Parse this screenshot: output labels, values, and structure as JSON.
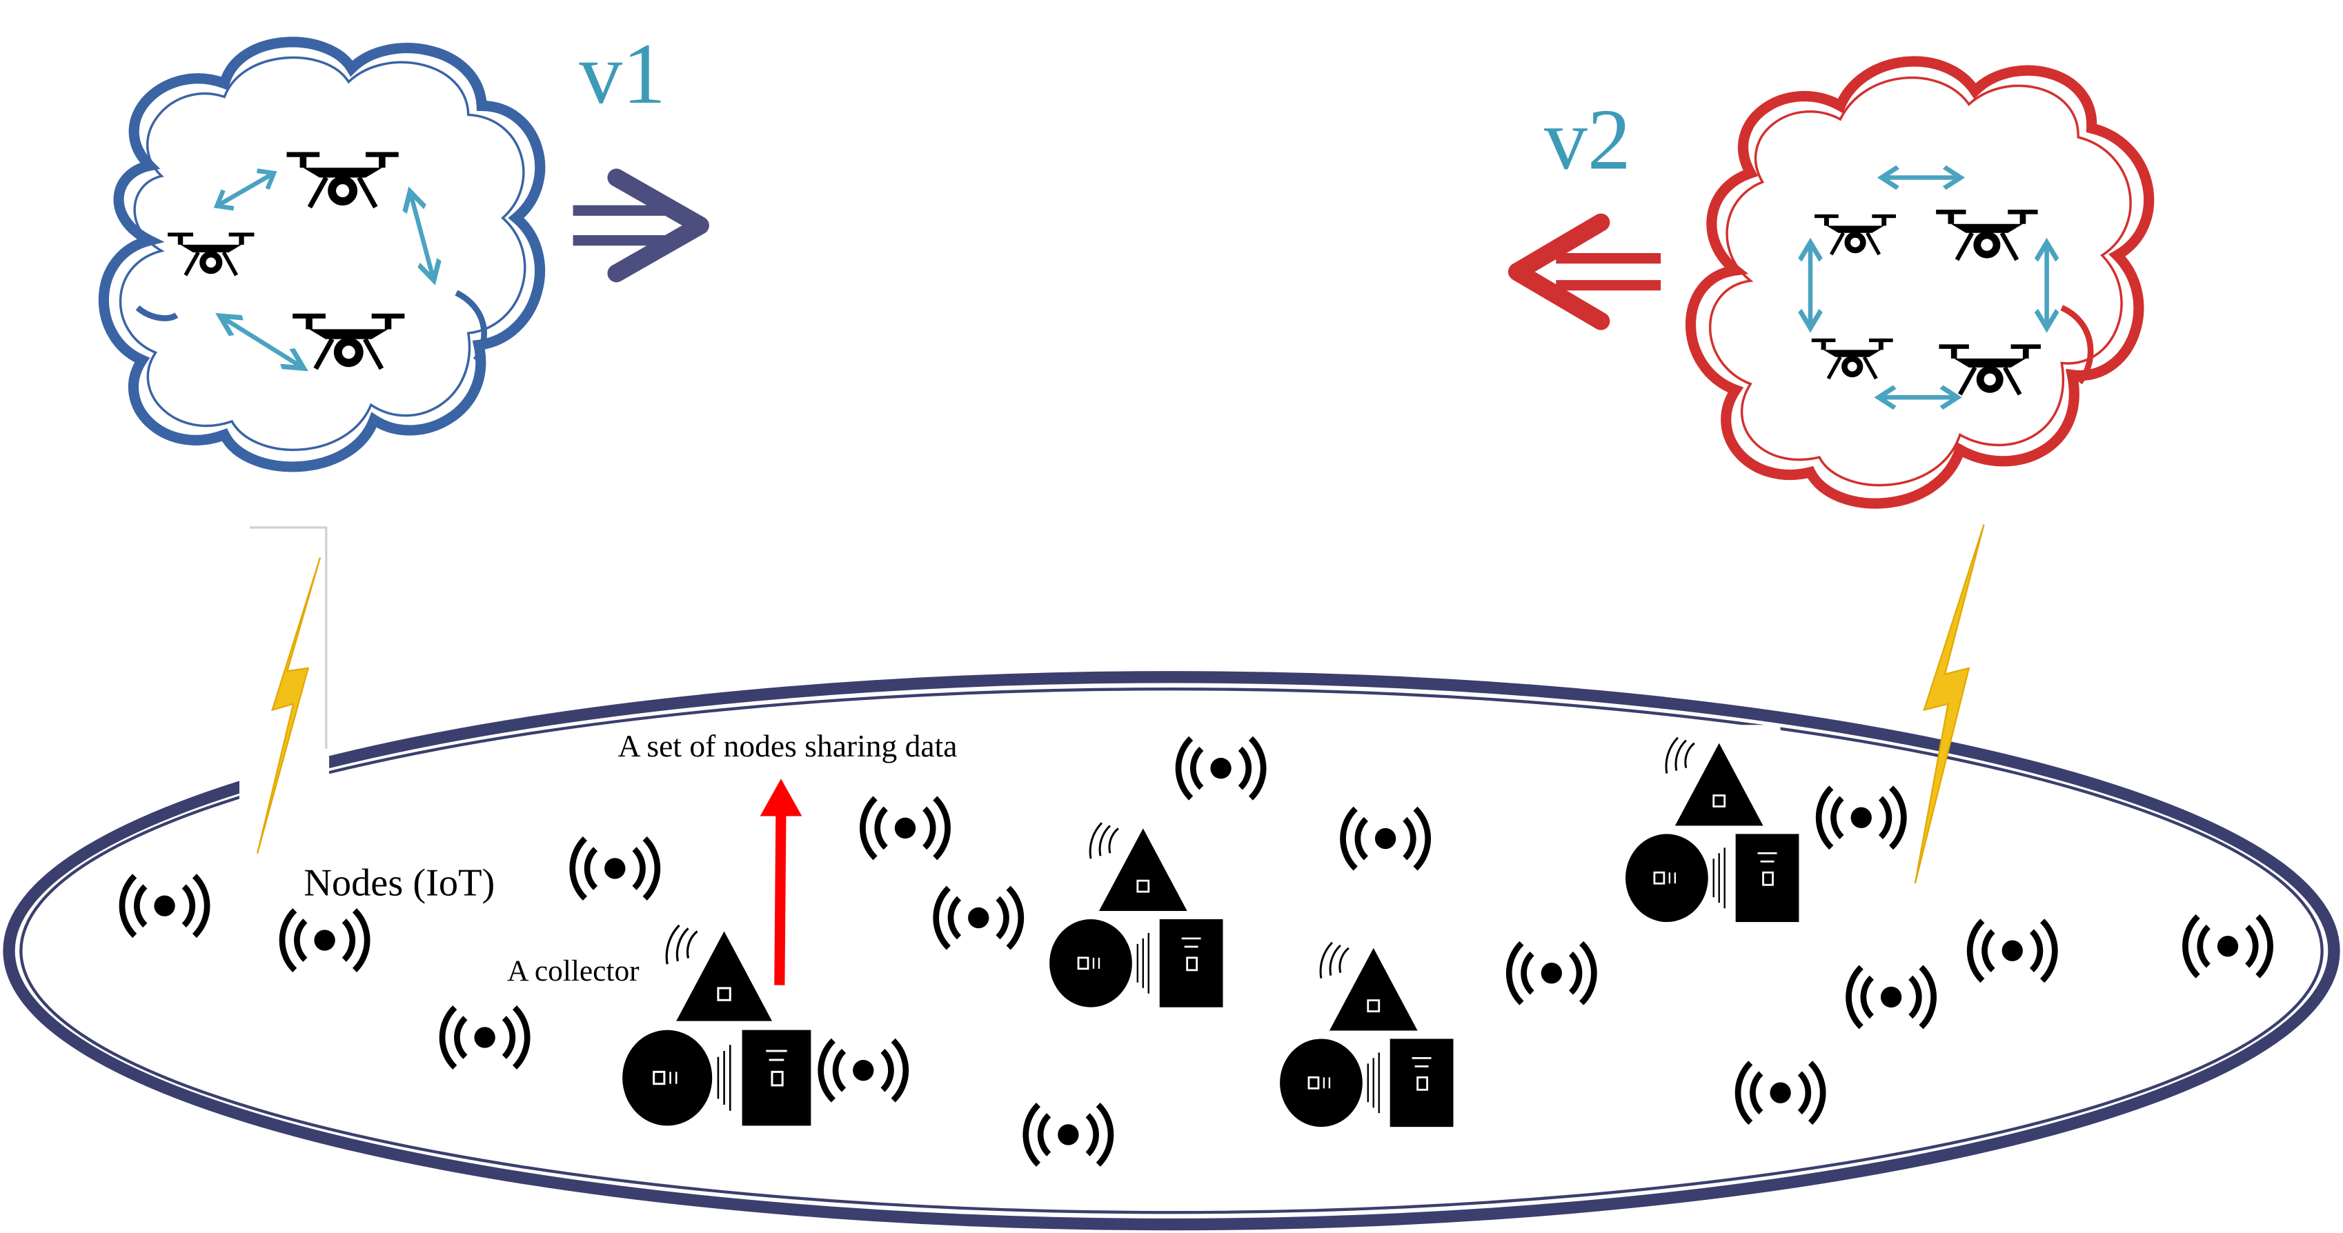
{
  "labels": {
    "v1": "v1",
    "v2": "v2",
    "nodes_iot": "Nodes (IoT)",
    "collector": "A collector",
    "sharing": "A set of nodes sharing data"
  },
  "colors": {
    "blue_cloud": "#3a64a4",
    "red_cloud": "#d2302e",
    "link_arrow": "#4aa3c0",
    "v1_arrow": "#4b4e7e",
    "v2_arrow": "#cf3030",
    "field": "#3a3f6e",
    "lightning": "#f2c018",
    "red_arrow": "#ff0000",
    "label_teal": "#3d9bb8"
  },
  "icons": [
    "drone-icon",
    "iot-node-icon",
    "collector-icon",
    "lightning-icon",
    "bidirectional-arrow-icon"
  ]
}
